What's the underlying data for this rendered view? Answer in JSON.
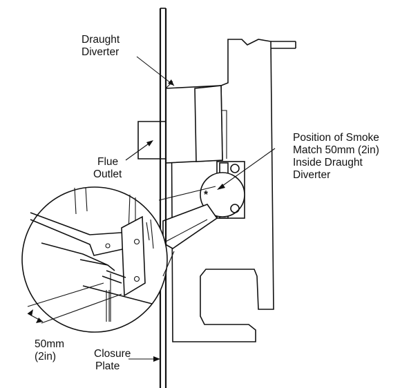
{
  "labels": {
    "draught_diverter": [
      "Draught",
      "Diverter"
    ],
    "flue_outlet": [
      "Flue",
      "Outlet"
    ],
    "smoke_match": [
      "Position of Smoke",
      "Match 50mm (2in)",
      "Inside Draught",
      "Diverter"
    ],
    "dimension": [
      "50mm",
      "(2in)"
    ],
    "closure_plate": [
      "Closure",
      "Plate"
    ],
    "smoke_marker": "*"
  },
  "colors": {
    "ink": "#111111",
    "paper": "#ffffff"
  }
}
